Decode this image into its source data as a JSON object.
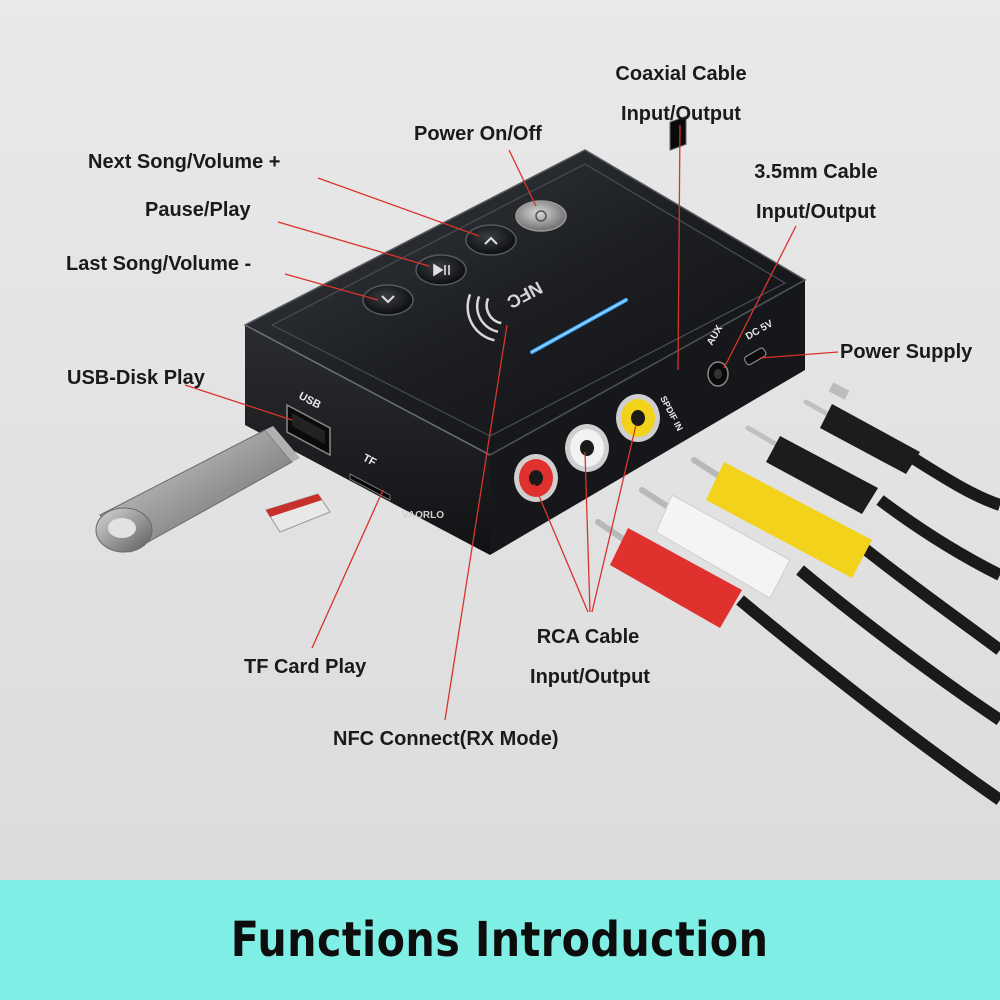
{
  "labels": {
    "coaxial_line1": "Coaxial Cable",
    "coaxial_line2": "Input/Output",
    "power": "Power On/Off",
    "next_song": "Next Song/Volume +",
    "cable35_line1": "3.5mm Cable",
    "cable35_line2": "Input/Output",
    "pause_play": "Pause/Play",
    "last_song": "Last Song/Volume -",
    "power_supply": "Power Supply",
    "usb_disk": "USB-Disk Play",
    "tf_card": "TF Card Play",
    "rca_line1": "RCA Cable",
    "rca_line2": "Input/Output",
    "nfc_connect": "NFC Connect(RX Mode)"
  },
  "device": {
    "nfc_text": "NFC",
    "usb_port_label": "USB",
    "tf_slot_label": "TF",
    "aux_label": "AUX",
    "dc_label": "DC 5V",
    "spdif_label": "SPDIF IN",
    "brand": "VAORLO"
  },
  "footer": {
    "title": "Functions Introduction"
  },
  "colors": {
    "footer_bg": "#7fefe6",
    "pointer_line": "#d9342b",
    "nfc_led": "#3fa9ff",
    "rca_red": "#e0312f",
    "rca_white": "#f2f2f2",
    "rca_yellow": "#f3d21b"
  }
}
